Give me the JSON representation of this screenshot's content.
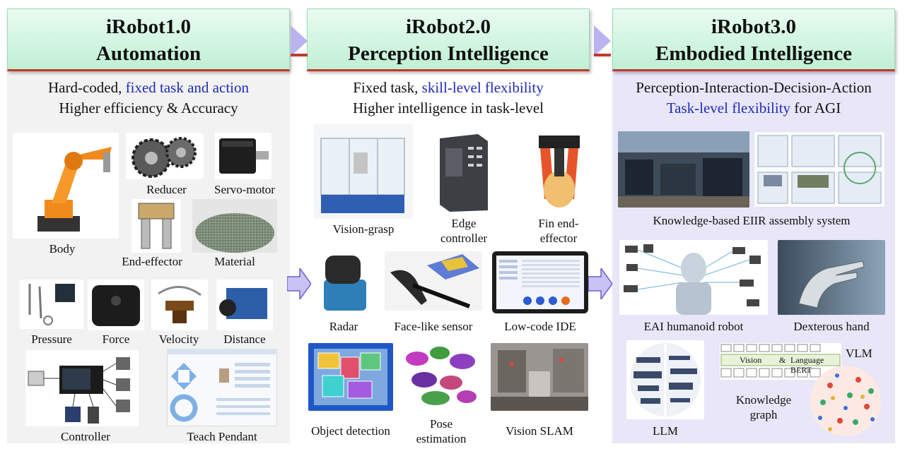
{
  "columns": [
    {
      "title": "iRobot1.0",
      "subtitle": "Automation",
      "line1_plain": "Hard-coded, ",
      "line1_blue": "fixed task and action",
      "line2": "Higher efficiency & Accuracy",
      "items": {
        "body": "Body",
        "reducer": "Reducer",
        "servo": "Servo-motor",
        "end_effector": "End-effector",
        "material": "Material",
        "pressure": "Pressure",
        "force": "Force",
        "velocity": "Velocity",
        "distance": "Distance",
        "controller": "Controller",
        "teach_pendant": "Teach Pendant"
      }
    },
    {
      "title": "iRobot2.0",
      "subtitle": "Perception Intelligence",
      "line1_plain": "Fixed task, ",
      "line1_blue": "skill-level flexibility",
      "line2": "Higher intelligence in task-level",
      "items": {
        "vision_grasp": "Vision-grasp",
        "edge_controller_1": "Edge",
        "edge_controller_2": "controller",
        "fin_1": "Fin end-",
        "fin_2": "effector",
        "radar": "Radar",
        "face_sensor": "Face-like sensor",
        "low_code": "Low-code IDE",
        "object_detection": "Object detection",
        "pose_1": "Pose",
        "pose_2": "estimation",
        "vision_slam": "Vision SLAM"
      }
    },
    {
      "title": "iRobot3.0",
      "subtitle": "Embodied Intelligence",
      "line1": "Perception-Interaction-Decision-Action",
      "line2_blue": "Task-level flexibility",
      "line2_plain": " for AGI",
      "items": {
        "eiir": "Knowledge-based EIIR assembly system",
        "humanoid": "EAI humanoid robot",
        "dexterous": "Dexterous hand",
        "llm": "LLM",
        "knowledge_1": "Knowledge",
        "knowledge_2": "graph",
        "vlm": "VLM",
        "vlm_vision": "Vision",
        "vlm_amp": "&",
        "vlm_lang": "Language BERT"
      }
    }
  ],
  "colors": {
    "header_green": "#bff0d4",
    "header_line": "#c0392b",
    "accent_blue": "#1f2bb5",
    "col1_bg": "#f2f2f2",
    "col3_bg": "#e8e6f8",
    "arrow": "#b9b3f0"
  }
}
